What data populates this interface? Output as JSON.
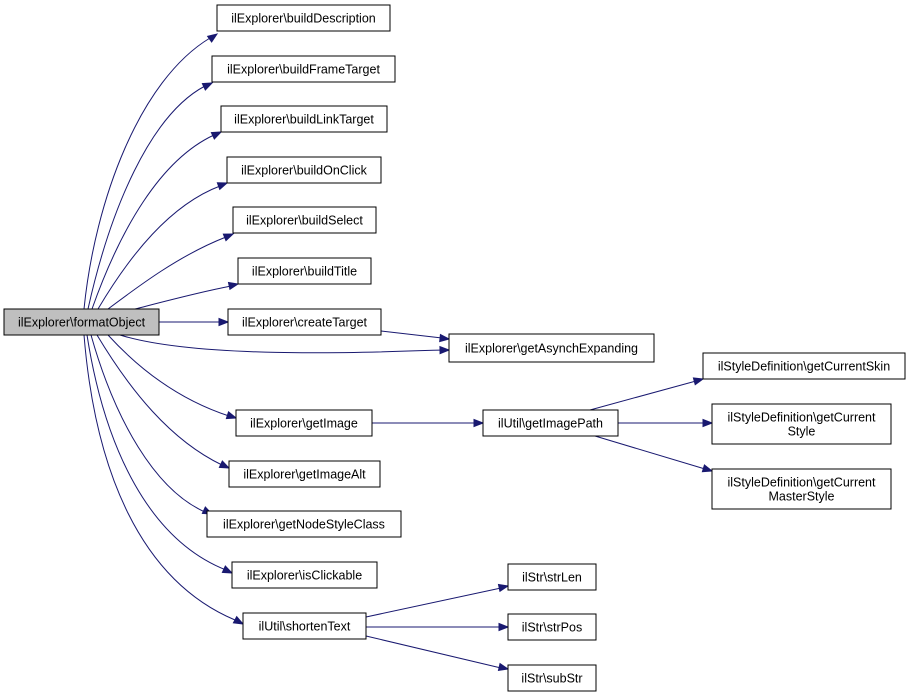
{
  "graph": {
    "edge_color": "#191970",
    "root_fill": "#bfbfbf",
    "nodes": {
      "format_object": [
        "ilExplorer\\formatObject"
      ],
      "build_description": [
        "ilExplorer\\buildDescription"
      ],
      "build_frame_target": [
        "ilExplorer\\buildFrameTarget"
      ],
      "build_link_target": [
        "ilExplorer\\buildLinkTarget"
      ],
      "build_on_click": [
        "ilExplorer\\buildOnClick"
      ],
      "build_select": [
        "ilExplorer\\buildSelect"
      ],
      "build_title": [
        "ilExplorer\\buildTitle"
      ],
      "create_target": [
        "ilExplorer\\createTarget"
      ],
      "get_asynch_expanding": [
        "ilExplorer\\getAsynchExpanding"
      ],
      "get_image": [
        "ilExplorer\\getImage"
      ],
      "get_image_path": [
        "ilUtil\\getImagePath"
      ],
      "get_current_skin": [
        "ilStyleDefinition\\getCurrentSkin"
      ],
      "get_current_style": [
        "ilStyleDefinition\\getCurrent",
        "Style"
      ],
      "get_current_master_style": [
        "ilStyleDefinition\\getCurrent",
        "MasterStyle"
      ],
      "get_image_alt": [
        "ilExplorer\\getImageAlt"
      ],
      "get_node_style_class": [
        "ilExplorer\\getNodeStyleClass"
      ],
      "is_clickable": [
        "ilExplorer\\isClickable"
      ],
      "shorten_text": [
        "ilUtil\\shortenText"
      ],
      "str_len": [
        "ilStr\\strLen"
      ],
      "str_pos": [
        "ilStr\\strPos"
      ],
      "sub_str": [
        "ilStr\\subStr"
      ]
    },
    "edges": [
      [
        "format_object",
        "build_description"
      ],
      [
        "format_object",
        "build_frame_target"
      ],
      [
        "format_object",
        "build_link_target"
      ],
      [
        "format_object",
        "build_on_click"
      ],
      [
        "format_object",
        "build_select"
      ],
      [
        "format_object",
        "build_title"
      ],
      [
        "format_object",
        "create_target"
      ],
      [
        "format_object",
        "get_asynch_expanding"
      ],
      [
        "format_object",
        "get_image"
      ],
      [
        "format_object",
        "get_image_alt"
      ],
      [
        "format_object",
        "get_node_style_class"
      ],
      [
        "format_object",
        "is_clickable"
      ],
      [
        "format_object",
        "shorten_text"
      ],
      [
        "create_target",
        "get_asynch_expanding"
      ],
      [
        "get_image",
        "get_image_path"
      ],
      [
        "get_image_path",
        "get_current_skin"
      ],
      [
        "get_image_path",
        "get_current_style"
      ],
      [
        "get_image_path",
        "get_current_master_style"
      ],
      [
        "shorten_text",
        "str_len"
      ],
      [
        "shorten_text",
        "str_pos"
      ],
      [
        "shorten_text",
        "sub_str"
      ]
    ]
  }
}
